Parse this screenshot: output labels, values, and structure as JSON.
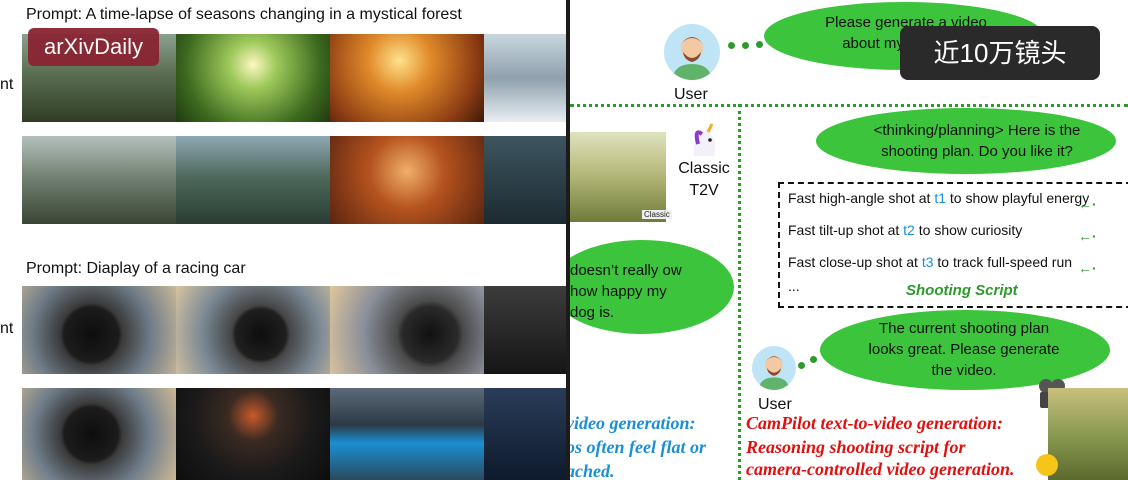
{
  "left": {
    "badge": "arXivDaily",
    "prompt1": "Prompt: A time-lapse of seasons changing in a mystical forest",
    "prompt2": "Prompt: Diaplay of a racing car",
    "row_label_cut": "nt"
  },
  "right": {
    "user_request": "Please generate a video about my dog to sh",
    "user_label": "User",
    "overlay_cn": "近10万镜头",
    "classic_label": "Classic T2V",
    "classic_thumb_tag": "Classic",
    "classic_complaint": "doesn’t really ow how happy my dog is.",
    "plan_bubble": "<thinking/planning> Here is the shooting plan. Do you like it?",
    "script_lines": [
      {
        "pre": "Fast high-angle shot at ",
        "t": "t1",
        "post": " to show playful energy"
      },
      {
        "pre": "Fast tilt-up shot at ",
        "t": "t2",
        "post": " to show curiosity"
      },
      {
        "pre": "Fast close-up shot at ",
        "t": "t3",
        "post": " to track full-speed run"
      },
      {
        "pre": "...",
        "t": "",
        "post": ""
      }
    ],
    "script_title": "Shooting Script",
    "approve_bubble": "The current shooting plan looks great. Please generate the video.",
    "user_label_2": "User",
    "classic_caption": [
      "video generation:",
      "os often feel flat or",
      "ached."
    ],
    "campilot_caption": [
      "CamPilot text-to-video generation:",
      "Reasoning shooting script for",
      "camera-controlled video generation."
    ]
  }
}
